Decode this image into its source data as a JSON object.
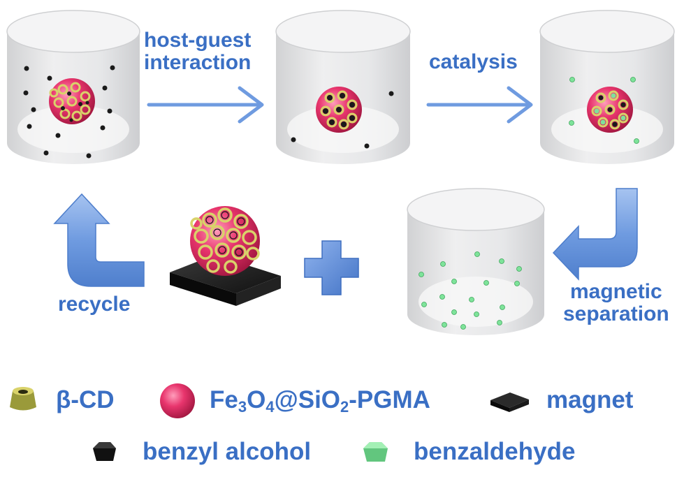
{
  "process": {
    "step1_line1": "host-guest",
    "step1_line2": "interaction",
    "step2": "catalysis",
    "step3_line1": "magnetic",
    "step3_line2": "separation",
    "step4": "recycle"
  },
  "legend": {
    "cd": "β-CD",
    "composite_a": "Fe",
    "composite_a_sub": "3",
    "composite_b": "O",
    "composite_b_sub": "4",
    "composite_c": "@SiO",
    "composite_c_sub": "2",
    "composite_d": "-PGMA",
    "magnet": "magnet",
    "alcohol": "benzyl alcohol",
    "aldehyde": "benzaldehyde"
  },
  "colors": {
    "label_blue": "#3a6fc4",
    "arrow_blue": "#6f9be0",
    "sphere_pink": "#e8356d",
    "ring_yellow": "#d9d26a",
    "product_green": "#7ee39a",
    "reactant_black": "#1a1a1a"
  }
}
